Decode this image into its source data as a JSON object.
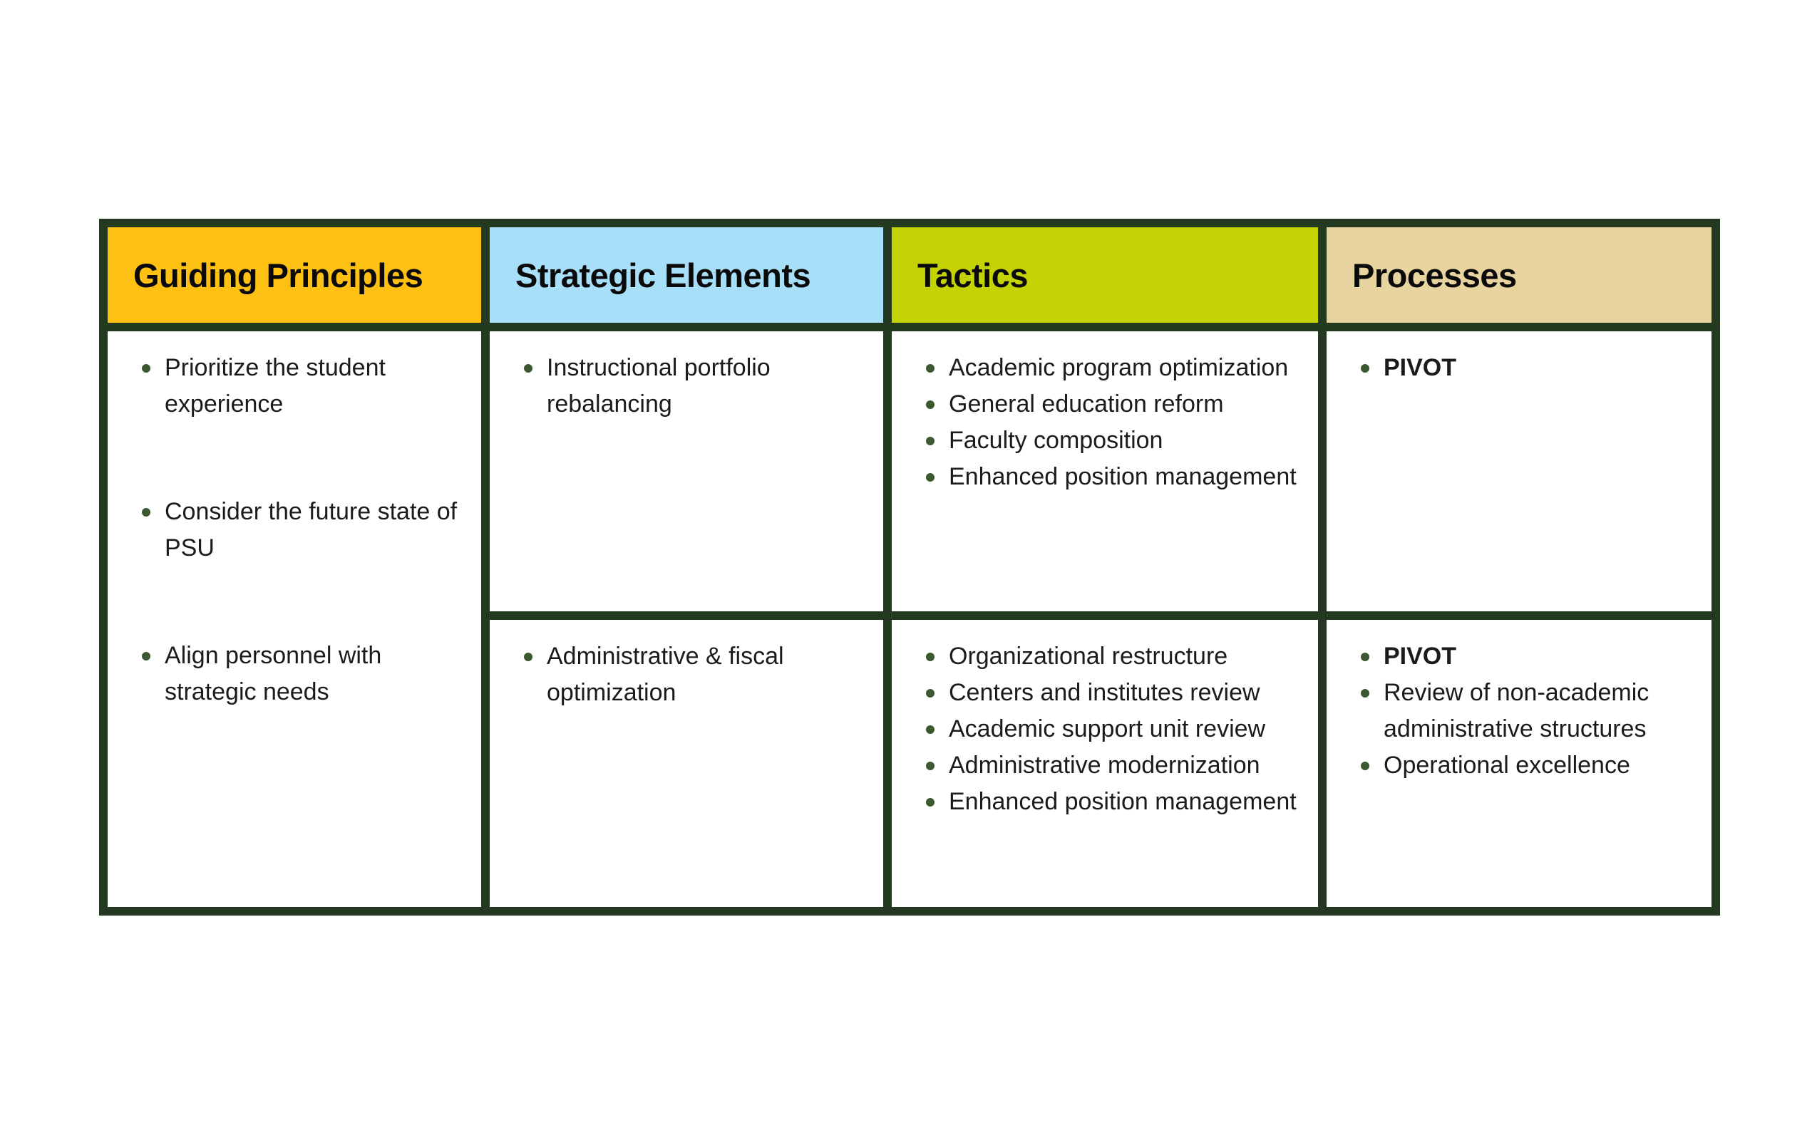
{
  "colors": {
    "page_bg": "#FFFFFF",
    "table_border": "#243A20",
    "bullet": "#3C5830",
    "header_text": "#0A0A0A",
    "body_text": "#1B1B1B",
    "guiding_principles_header_bg": "#FDC013",
    "strategic_elements_header_bg": "#A7DEF8",
    "tactics_header_bg": "#C5D204",
    "processes_header_bg": "#E8D49F"
  },
  "table": {
    "columns": [
      {
        "header": "Guiding Principles",
        "merged_rows": true,
        "cells": [
          {
            "items": [
              "Prioritize the student experience",
              "Consider the future state of PSU",
              "Align personnel with strategic needs"
            ]
          }
        ]
      },
      {
        "header": "Strategic Elements",
        "cells": [
          {
            "items": [
              "Instructional portfolio rebalancing"
            ]
          },
          {
            "items": [
              "Administrative & fiscal optimization"
            ]
          }
        ]
      },
      {
        "header": "Tactics",
        "cells": [
          {
            "items": [
              "Academic program optimization",
              "General education reform",
              "Faculty composition",
              "Enhanced position management"
            ]
          },
          {
            "items": [
              "Organizational restructure",
              "Centers and institutes review",
              "Academic support unit review",
              "Administrative modernization",
              "Enhanced position management"
            ]
          }
        ]
      },
      {
        "header": "Processes",
        "cells": [
          {
            "items": [
              {
                "text": "PIVOT",
                "bold": true
              }
            ]
          },
          {
            "items": [
              {
                "text": "PIVOT",
                "bold": true
              },
              "Review of non-academic administrative structures",
              "Operational excellence"
            ]
          }
        ]
      }
    ]
  }
}
